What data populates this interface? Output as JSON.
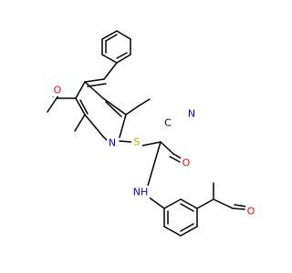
{
  "molecule": {
    "colors": {
      "bond": "#000000",
      "O": "#ff0000",
      "N": "#0000ff",
      "S": "#b2b200"
    },
    "labels": {
      "n_cyano": "N",
      "c_cyano": "C",
      "o_acetyl_top": "O",
      "n_pyridine": "N",
      "s_thioether": "S",
      "o_amide": "O",
      "n_amide": "NH",
      "o_acetyl_right": "O"
    }
  }
}
